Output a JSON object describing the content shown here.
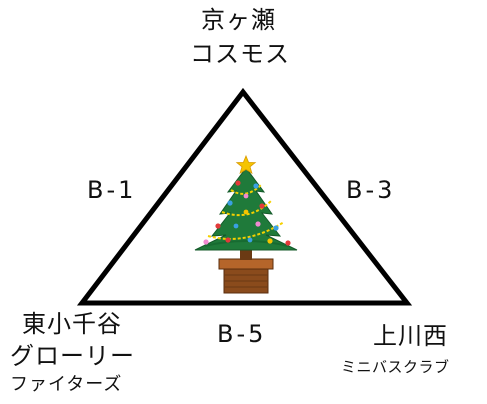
{
  "teams": {
    "top": {
      "line1": "京ヶ瀬",
      "line2": "コスモス"
    },
    "bottom_left": {
      "line1": "東小千谷",
      "line2": "グローリー",
      "line3": "ファイターズ"
    },
    "bottom_right": {
      "line1": "上川西",
      "line2": "ミニバスクラブ"
    }
  },
  "matches": {
    "left": "B-1",
    "right": "B-3",
    "bottom": "B-5"
  },
  "colors": {
    "line": "#000000",
    "tree_green": "#1f7a3a",
    "pot": "#8a4b1c",
    "star": "#f5c400"
  },
  "icons": [
    "christmas-tree-icon"
  ]
}
